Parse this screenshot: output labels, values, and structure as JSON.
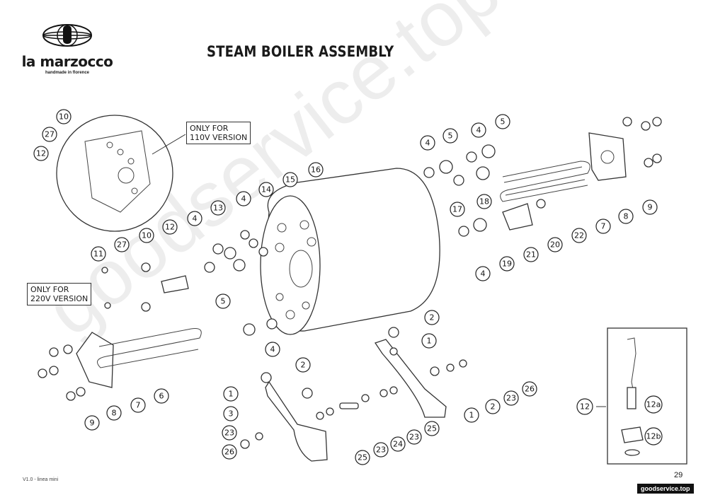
{
  "header": {
    "brand": "la marzocco",
    "tagline": "handmade in florence",
    "title": "STEAM BOILER ASSEMBLY"
  },
  "notes": {
    "v110": [
      "ONLY FOR",
      "110V VERSION"
    ],
    "v220": [
      "ONLY FOR",
      "220V VERSION"
    ]
  },
  "callouts": [
    "10",
    "27",
    "12",
    "16",
    "15",
    "14",
    "4",
    "13",
    "4",
    "12",
    "10",
    "27",
    "11",
    "5",
    "4",
    "5",
    "4",
    "5",
    "4",
    "17",
    "18",
    "20",
    "22",
    "7",
    "8",
    "9",
    "21",
    "19",
    "4",
    "2",
    "1",
    "2",
    "1",
    "3",
    "23",
    "26",
    "25",
    "23",
    "24",
    "23",
    "25",
    "1",
    "2",
    "23",
    "26",
    "6",
    "7",
    "8",
    "9",
    "12",
    "12a",
    "12b"
  ],
  "footer": {
    "version": "V1.0 - linea mini",
    "page": "29",
    "site": "goodservice.top"
  },
  "watermark": "goodservice.top"
}
